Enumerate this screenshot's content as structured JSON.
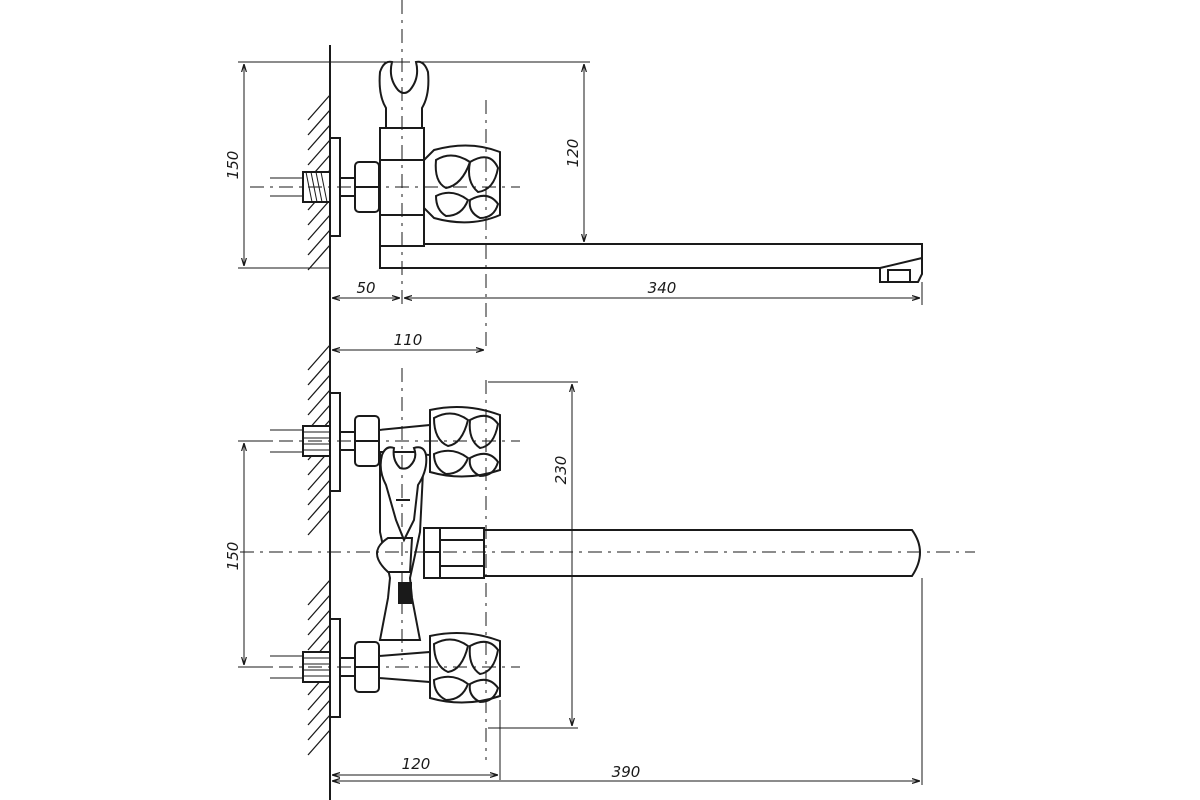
{
  "side_view": {
    "dimensions": {
      "height_total": "150",
      "height_spout": "120",
      "wall_offset": "50",
      "spout_length": "340"
    }
  },
  "front_view": {
    "dimensions": {
      "center_to_handle": "110",
      "height_body": "230",
      "handle_spacing": "150",
      "body_center": "120",
      "total_reach": "390"
    }
  }
}
